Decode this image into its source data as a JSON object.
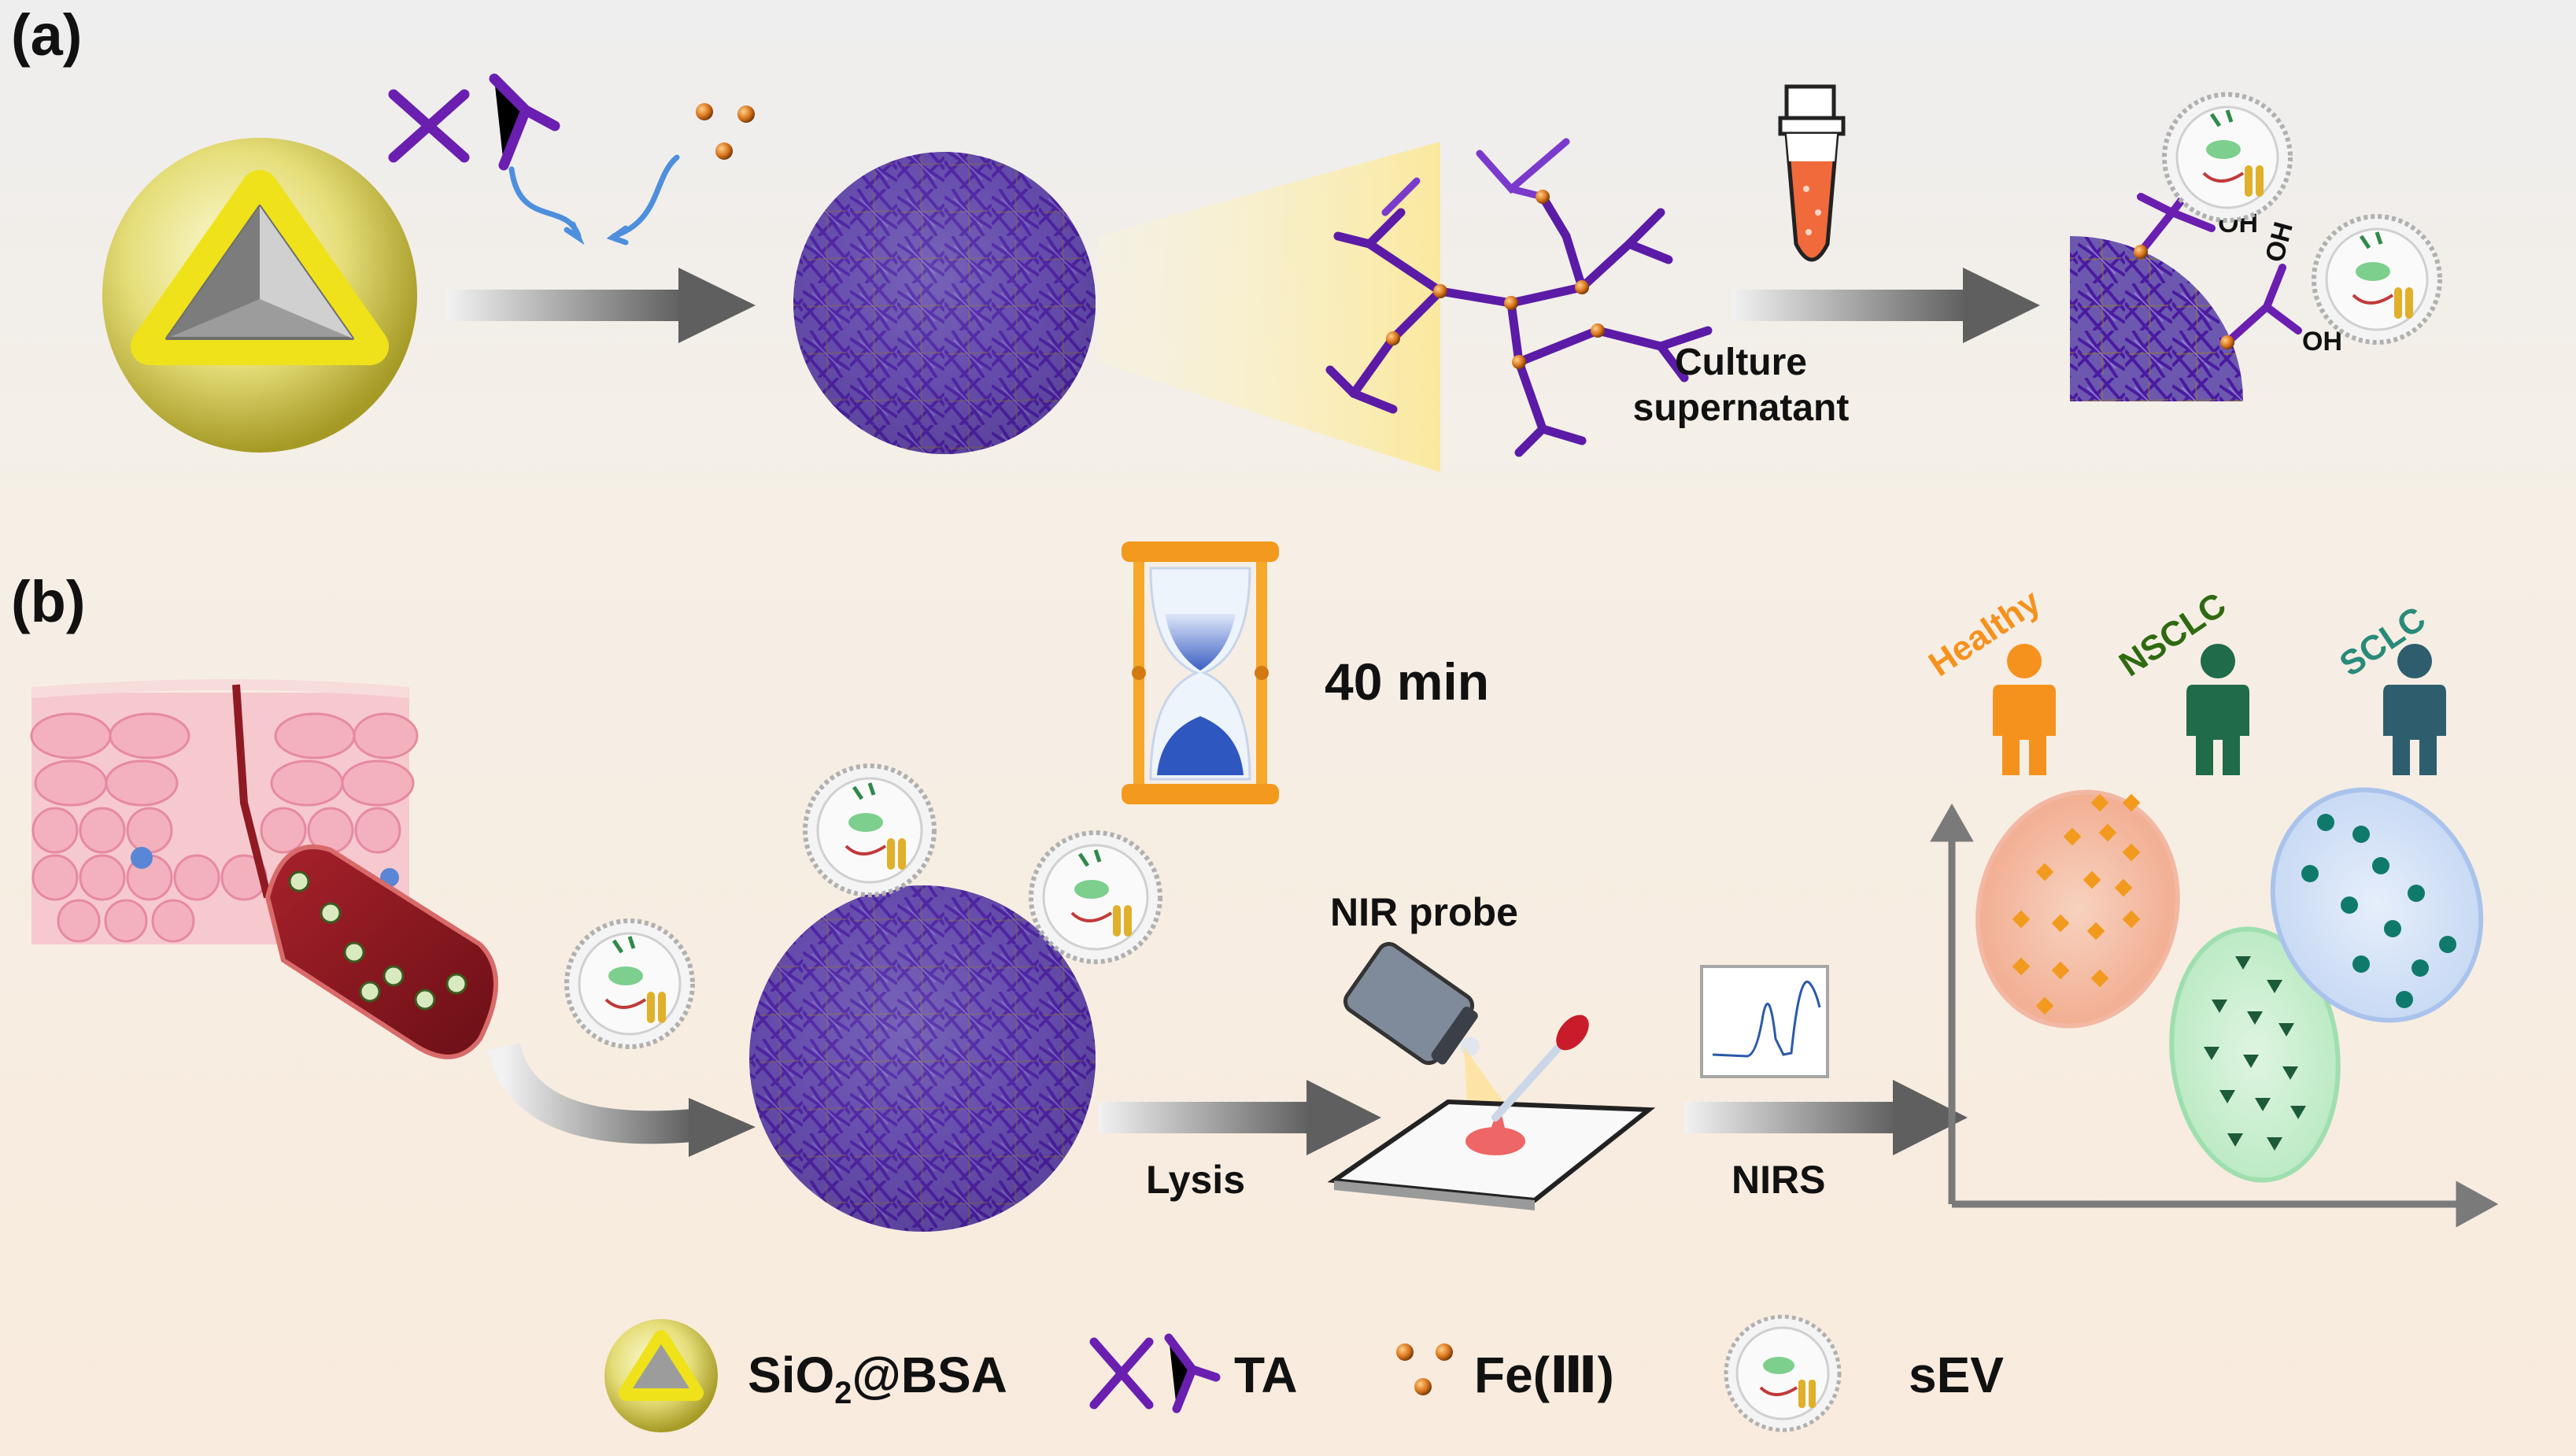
{
  "panels": {
    "a": "(a)",
    "b": "(b)"
  },
  "labels": {
    "culture_line1": "Culture",
    "culture_line2": "supernatant",
    "oh": "OH",
    "time": "40 min",
    "nir_probe": "NIR probe",
    "lysis": "Lysis",
    "nirs": "NIRS"
  },
  "groups": [
    {
      "name": "Healthy",
      "color": "#f5921e"
    },
    {
      "name": "NSCLC",
      "color": "#2f6a10"
    },
    {
      "name": "SCLC",
      "color": "#2a8a7a"
    }
  ],
  "legend": {
    "sio2_main": "SiO",
    "sio2_sub": "2",
    "sio2_tail": "@BSA",
    "ta": "TA",
    "fe": "Fe(Ⅲ)",
    "sev": "sEV"
  },
  "colors": {
    "ta_purple": "#6a1fb0",
    "fe_orange": "#e0801a",
    "shell_yellow": "#d9d21a",
    "arrow_gray": "#6e6e6e"
  }
}
